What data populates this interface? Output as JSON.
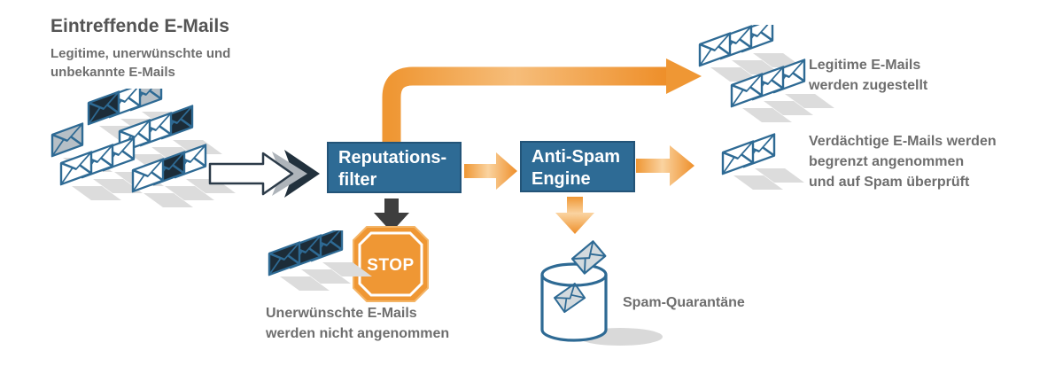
{
  "colors": {
    "accent_orange": "#ef9734",
    "node_blue": "#2e6b95",
    "envelope_outline": "#2e6a94",
    "dark_arrow": "#3e3e3e",
    "title_gray": "#545454",
    "text_gray": "#6e6e6e"
  },
  "header": {
    "title": "Eintreffende E-Mails",
    "subtitle_lines": [
      "Legitime, unerwünschte und",
      "unbekannte E-Mails"
    ]
  },
  "nodes": {
    "reputation_filter": {
      "lines": [
        "Reputations-",
        "filter"
      ]
    },
    "anti_spam_engine": {
      "lines": [
        "Anti-Spam",
        "Engine"
      ]
    }
  },
  "stop_sign_label": "STOP",
  "outcomes": {
    "legitimate": {
      "lines": [
        "Legitime E-Mails",
        "werden zugestellt"
      ]
    },
    "suspicious": {
      "lines": [
        "Verdächtige E-Mails werden",
        "begrenzt angenommen",
        "und auf Spam überprüft"
      ]
    },
    "rejected": {
      "lines": [
        "Unerwünschte E-Mails",
        "werden nicht angenommen"
      ]
    },
    "quarantine": {
      "label": "Spam-Quarantäne"
    }
  }
}
